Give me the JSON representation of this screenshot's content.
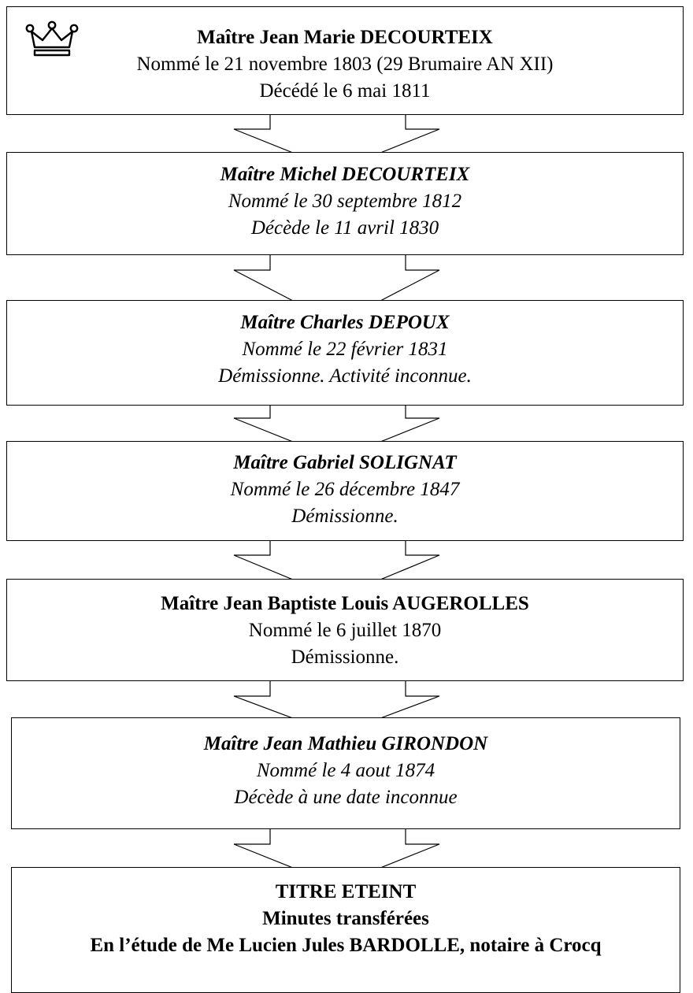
{
  "boxes": [
    {
      "name": "Maître Jean Marie DECOURTEIX",
      "line1": "Nommé le 21 novembre 1803 (29 Brumaire AN XII)",
      "line2": "Décédé le 6 mai 1811"
    },
    {
      "name": "Maître Michel DECOURTEIX",
      "line1": "Nommé le 30 septembre 1812",
      "line2": "Décède le 11 avril 1830"
    },
    {
      "name": "Maître Charles DEPOUX",
      "line1": "Nommé le 22 février 1831",
      "line2": "Démissionne. Activité inconnue."
    },
    {
      "name": "Maître Gabriel SOLIGNAT",
      "line1": "Nommé le 26 décembre 1847",
      "line2": "Démissionne."
    },
    {
      "name": "Maître Jean Baptiste Louis AUGEROLLES",
      "line1": "Nommé le 6 juillet 1870",
      "line2": "Démissionne."
    },
    {
      "name": "Maître Jean Mathieu GIRONDON",
      "line1": "Nommé le 4 aout 1874",
      "line2": "Décède à une date inconnue"
    },
    {
      "name": "TITRE ETEINT",
      "line1": "Minutes transférées",
      "line2": "En l’étude de Me Lucien Jules BARDOLLE, notaire à Crocq"
    }
  ],
  "icons": {
    "crown": "crown-icon"
  }
}
